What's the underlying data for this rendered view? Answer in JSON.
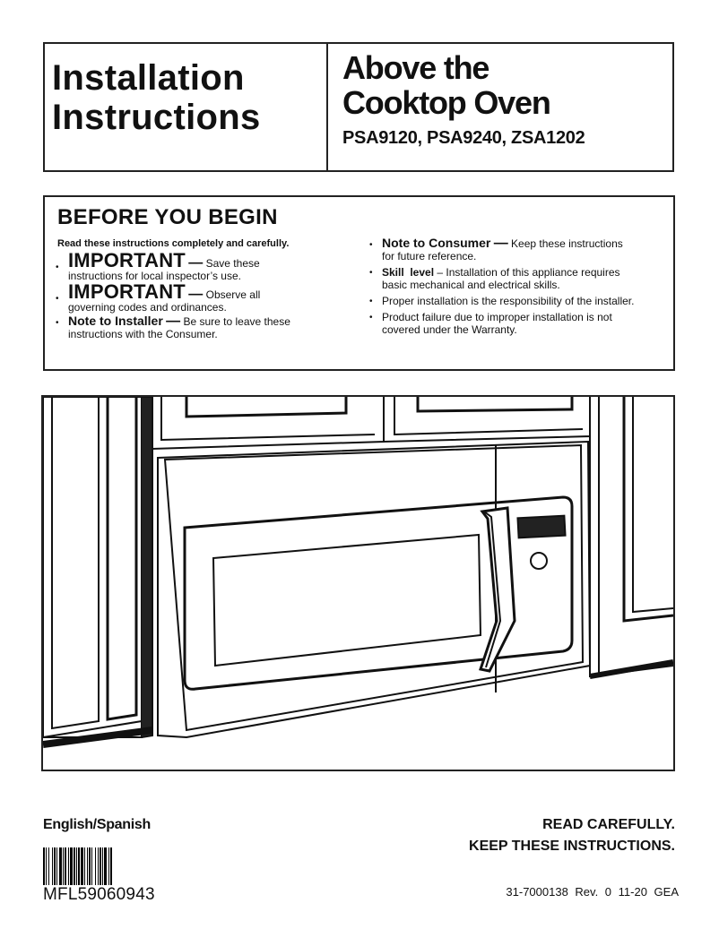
{
  "header": {
    "title_line1": "Installation",
    "title_line2": "Instructions",
    "product_line1": "Above the",
    "product_line2": "Cooktop Oven",
    "models": "PSA9120, PSA9240, ZSA1202"
  },
  "before_you_begin": {
    "title": "BEFORE YOU BEGIN",
    "intro": "Read these instructions completely and carefully.",
    "left_items": [
      {
        "heading": "IMPORTANT",
        "dash": "—",
        "text_inline": "Save these",
        "text_rest": "instructions for local inspector’s use."
      },
      {
        "heading": "IMPORTANT",
        "dash": "—",
        "text_inline": "Observe all",
        "text_rest": "governing codes and ordinances."
      },
      {
        "heading": "Note to Installer",
        "dash": "—",
        "text_inline": "Be sure to leave these",
        "text_rest": "instructions with the Consumer."
      }
    ],
    "right_items": [
      {
        "heading": "Note to Consumer",
        "dash": "—",
        "text_inline": "Keep these instructions",
        "text_rest": "for future reference."
      },
      {
        "heading": "Skill  level",
        "text_inline": "– Installation of this appliance requires",
        "text_rest": "basic mechanical and electrical skills."
      },
      {
        "text_inline": "Proper installation is the responsibility of the installer."
      },
      {
        "text_inline": "Product failure due to improper installation is not",
        "text_rest": "covered under the Warranty."
      }
    ],
    "bullet": "•"
  },
  "footer": {
    "language": "English/Spanish",
    "read_carefully": "READ CAREFULLY.",
    "keep_instructions": "KEEP THESE INSTRUCTIONS.",
    "part_number": "MFL59060943",
    "doc_info": "31-7000138 Rev. 0 11-20 GEA"
  }
}
